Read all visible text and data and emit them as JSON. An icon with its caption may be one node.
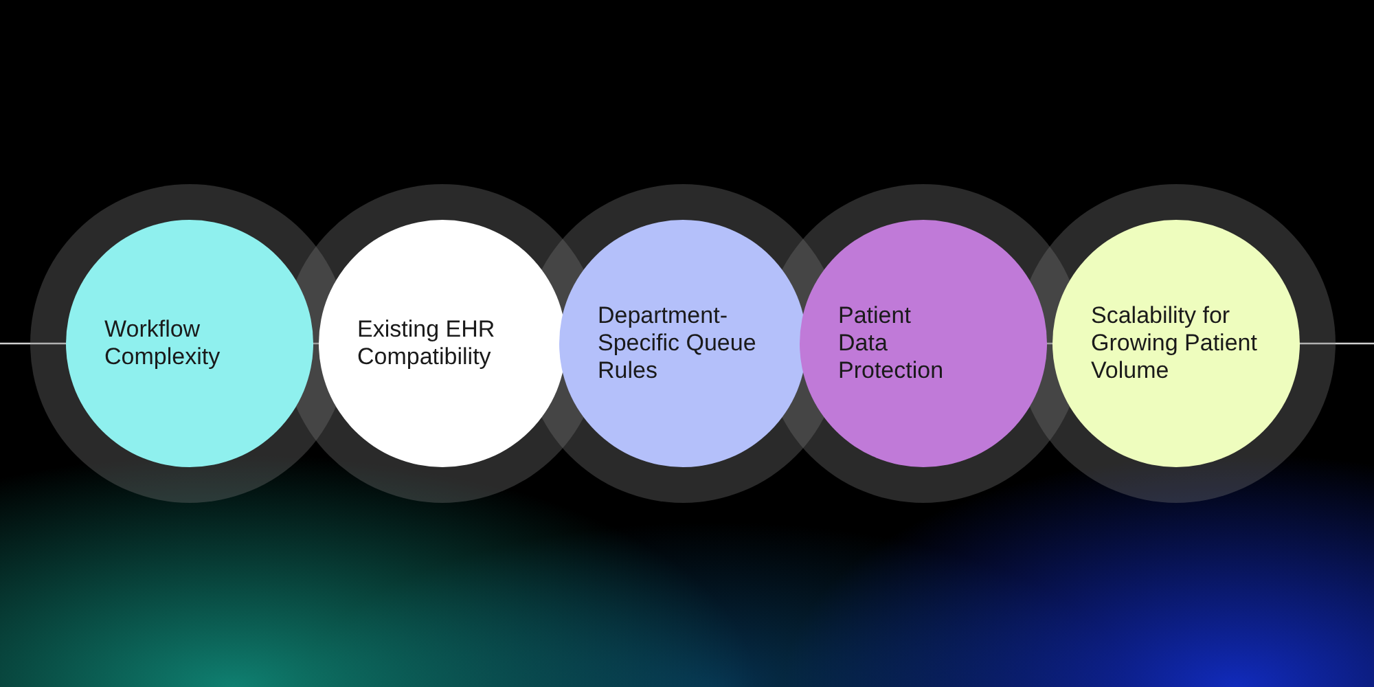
{
  "diagram": {
    "nodes": [
      {
        "text": [
          "Workflow Complexity"
        ]
      },
      {
        "text": [
          "Existing EHR Compatibility"
        ]
      },
      {
        "text": [
          "Department-Specific Queue Rules"
        ]
      },
      {
        "text": [
          "Patient Data Protection"
        ]
      },
      {
        "text": [
          "Scalability for Growing Patient Volume"
        ]
      }
    ]
  }
}
